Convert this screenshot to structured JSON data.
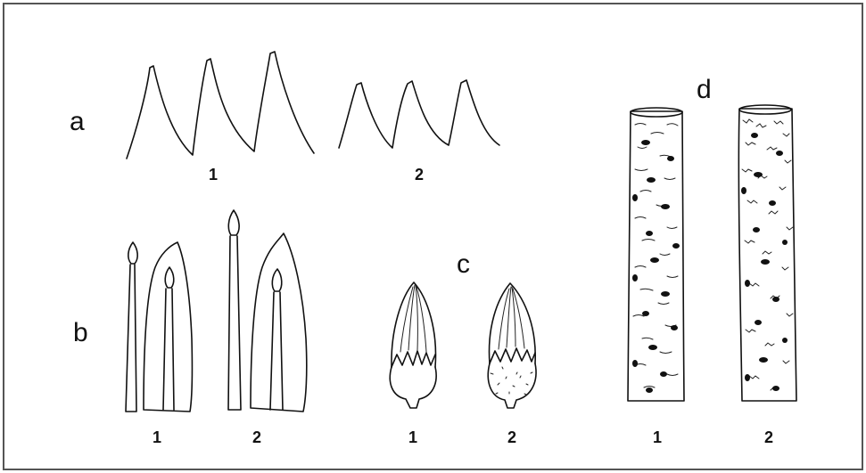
{
  "panels": {
    "a": {
      "letter": "a",
      "items": [
        "1",
        "2"
      ]
    },
    "b": {
      "letter": "b",
      "items": [
        "1",
        "2"
      ]
    },
    "c": {
      "letter": "c",
      "items": [
        "1",
        "2"
      ]
    },
    "d": {
      "letter": "d",
      "items": [
        "1",
        "2"
      ]
    }
  },
  "colors": {
    "ink": "#111111",
    "background": "#ffffff",
    "frame": "#555555"
  }
}
